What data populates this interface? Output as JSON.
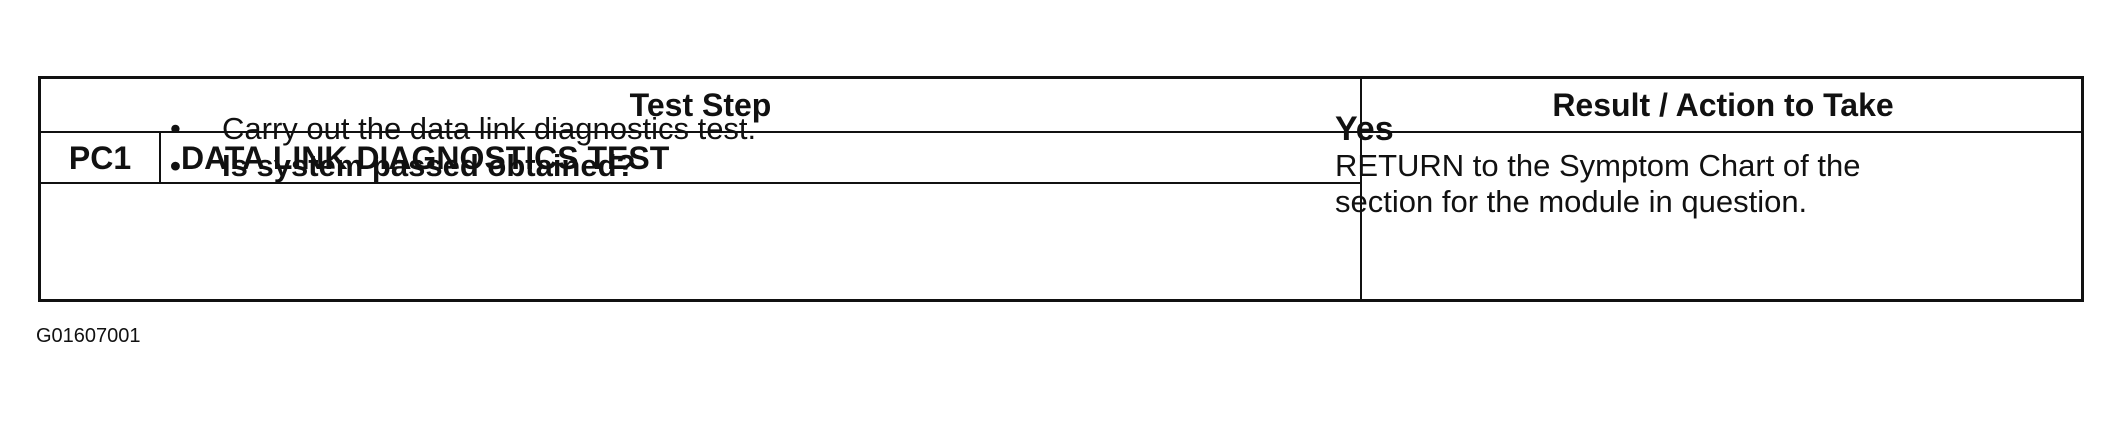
{
  "table": {
    "header": {
      "test_step": "Test Step",
      "result_action": "Result / Action to Take"
    },
    "step": {
      "id": "PC1",
      "title": "DATA LINK DIAGNOSTICS TEST",
      "bullets": [
        {
          "bullet": "•",
          "text": "Carry out the data link diagnostics test.",
          "bold": false
        },
        {
          "bullet": "•",
          "text": "Is system passed obtained?",
          "bold": true
        }
      ]
    },
    "result": {
      "answer": "Yes",
      "lines": [
        "RETURN to the Symptom Chart of the",
        "section for the module in question."
      ]
    }
  },
  "figure_id": "G01607001"
}
